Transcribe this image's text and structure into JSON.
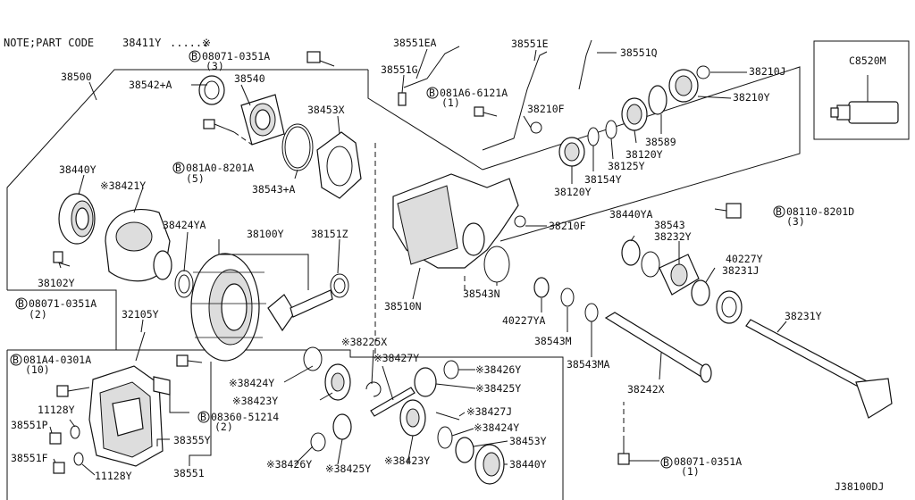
{
  "note": {
    "prefix": "NOTE;PART CODE",
    "code": "38411Y",
    "dots": "......",
    "mark": "※"
  },
  "diagram_code": "J38100DJ",
  "inset_label": "C8520M",
  "bolt_mark": "B",
  "labels": [
    {
      "id": "38500",
      "text": "38500"
    },
    {
      "id": "08071-0351A-top",
      "text": "08071-0351A"
    },
    {
      "id": "qty-3-top",
      "text": "(3)"
    },
    {
      "id": "38542A",
      "text": "38542+A"
    },
    {
      "id": "38540",
      "text": "38540"
    },
    {
      "id": "38453X",
      "text": "38453X"
    },
    {
      "id": "081A0-8201A",
      "text": "081A0-8201A"
    },
    {
      "id": "qty-5",
      "text": "(5)"
    },
    {
      "id": "38543A",
      "text": "38543+A"
    },
    {
      "id": "38440Y-left",
      "text": "38440Y"
    },
    {
      "id": "38421Y",
      "text": "※38421Y"
    },
    {
      "id": "38424YA",
      "text": "38424YA"
    },
    {
      "id": "38100Y",
      "text": "38100Y"
    },
    {
      "id": "38151Z",
      "text": "38151Z"
    },
    {
      "id": "38102Y",
      "text": "38102Y"
    },
    {
      "id": "08071-0351A-left",
      "text": "08071-0351A"
    },
    {
      "id": "qty-2-left",
      "text": "(2)"
    },
    {
      "id": "32105Y",
      "text": "32105Y"
    },
    {
      "id": "38551EA",
      "text": "38551EA"
    },
    {
      "id": "38551E",
      "text": "38551E"
    },
    {
      "id": "38551G",
      "text": "38551G"
    },
    {
      "id": "081A6-6121A",
      "text": "081A6-6121A"
    },
    {
      "id": "qty-1-mid",
      "text": "(1)"
    },
    {
      "id": "38210F-top",
      "text": "38210F"
    },
    {
      "id": "38551Q",
      "text": "38551Q"
    },
    {
      "id": "38210J",
      "text": "38210J"
    },
    {
      "id": "38210Y",
      "text": "38210Y"
    },
    {
      "id": "38589",
      "text": "38589"
    },
    {
      "id": "38120Y-a",
      "text": "38120Y"
    },
    {
      "id": "38125Y",
      "text": "38125Y"
    },
    {
      "id": "38154Y",
      "text": "38154Y"
    },
    {
      "id": "38120Y-b",
      "text": "38120Y"
    },
    {
      "id": "38210F-mid",
      "text": "38210F"
    },
    {
      "id": "38510N",
      "text": "38510N"
    },
    {
      "id": "38543N",
      "text": "38543N"
    },
    {
      "id": "08110-8201D",
      "text": "08110-8201D"
    },
    {
      "id": "qty-3-right",
      "text": "(3)"
    },
    {
      "id": "38440YA",
      "text": "38440YA"
    },
    {
      "id": "38543",
      "text": "38543"
    },
    {
      "id": "38232Y",
      "text": "38232Y"
    },
    {
      "id": "40227Y",
      "text": "40227Y"
    },
    {
      "id": "38231J",
      "text": "38231J"
    },
    {
      "id": "38231Y",
      "text": "38231Y"
    },
    {
      "id": "40227YA",
      "text": "40227YA"
    },
    {
      "id": "38543M",
      "text": "38543M"
    },
    {
      "id": "38543MA",
      "text": "38543MA"
    },
    {
      "id": "38242X",
      "text": "38242X"
    },
    {
      "id": "38225X",
      "text": "※38225X"
    },
    {
      "id": "38427Y",
      "text": "※38427Y"
    },
    {
      "id": "38426Y-a",
      "text": "※38426Y"
    },
    {
      "id": "38425Y-a",
      "text": "※38425Y"
    },
    {
      "id": "38424Y-a",
      "text": "※38424Y"
    },
    {
      "id": "38423Y-a",
      "text": "※38423Y"
    },
    {
      "id": "38427J",
      "text": "※38427J"
    },
    {
      "id": "38424Y-b",
      "text": "※38424Y"
    },
    {
      "id": "38453Y",
      "text": "38453Y"
    },
    {
      "id": "38440Y-bottom",
      "text": "38440Y"
    },
    {
      "id": "38426Y-b",
      "text": "※38426Y"
    },
    {
      "id": "38425Y-b",
      "text": "※38425Y"
    },
    {
      "id": "38423Y-b",
      "text": "※38423Y"
    },
    {
      "id": "081A4-0301A",
      "text": "081A4-0301A"
    },
    {
      "id": "qty-10",
      "text": "(10)"
    },
    {
      "id": "11128Y-a",
      "text": "11128Y"
    },
    {
      "id": "38551P",
      "text": "38551P"
    },
    {
      "id": "38551F",
      "text": "38551F"
    },
    {
      "id": "11128Y-b",
      "text": "11128Y"
    },
    {
      "id": "08360-51214",
      "text": "08360-51214"
    },
    {
      "id": "qty-2-mid",
      "text": "(2)"
    },
    {
      "id": "38355Y",
      "text": "38355Y"
    },
    {
      "id": "38551",
      "text": "38551"
    },
    {
      "id": "08071-0351A-bottom",
      "text": "08071-0351A"
    },
    {
      "id": "qty-1-bottom",
      "text": "(1)"
    }
  ]
}
